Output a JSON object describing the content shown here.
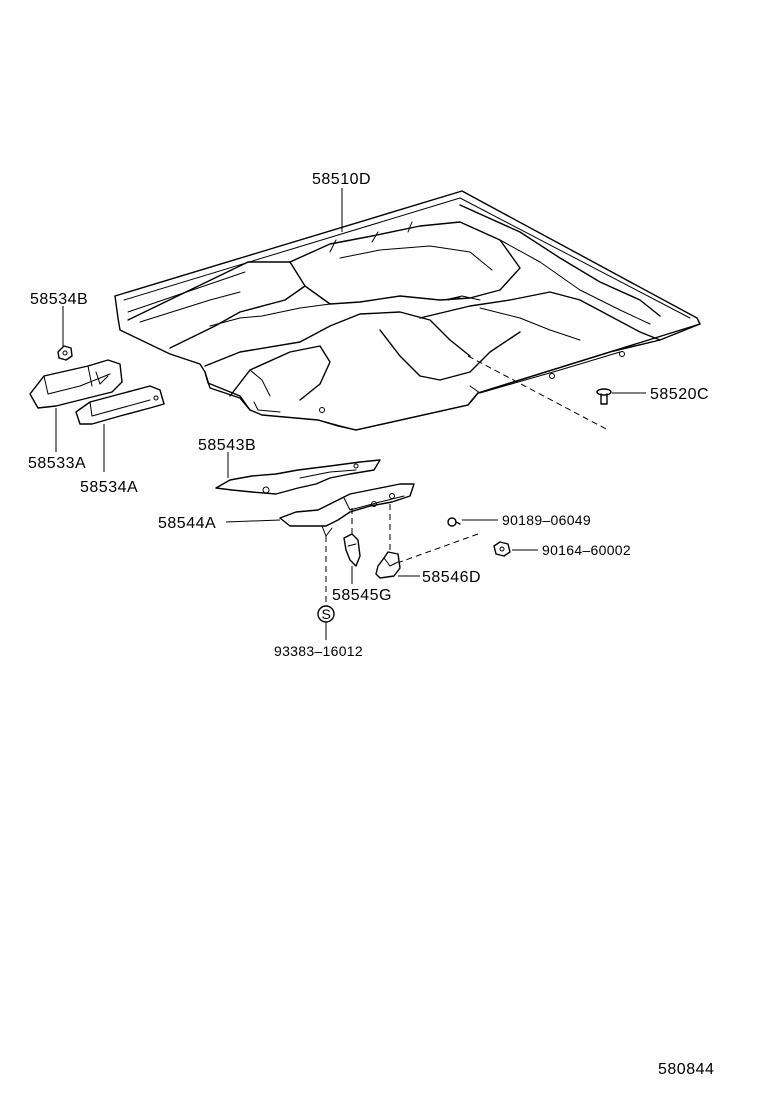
{
  "diagram": {
    "labels": {
      "p58510D": "58510D",
      "p58534B": "58534B",
      "p58520C": "58520C",
      "p58533A": "58533A",
      "p58534A": "58534A",
      "p58543B": "58543B",
      "p58544A": "58544A",
      "p90189": "90189–06049",
      "p90164": "90164–60002",
      "p58546D": "58546D",
      "p58545G": "58545G",
      "p93383": "93383–16012",
      "s_mark": "S"
    },
    "figure_number": "580844"
  }
}
